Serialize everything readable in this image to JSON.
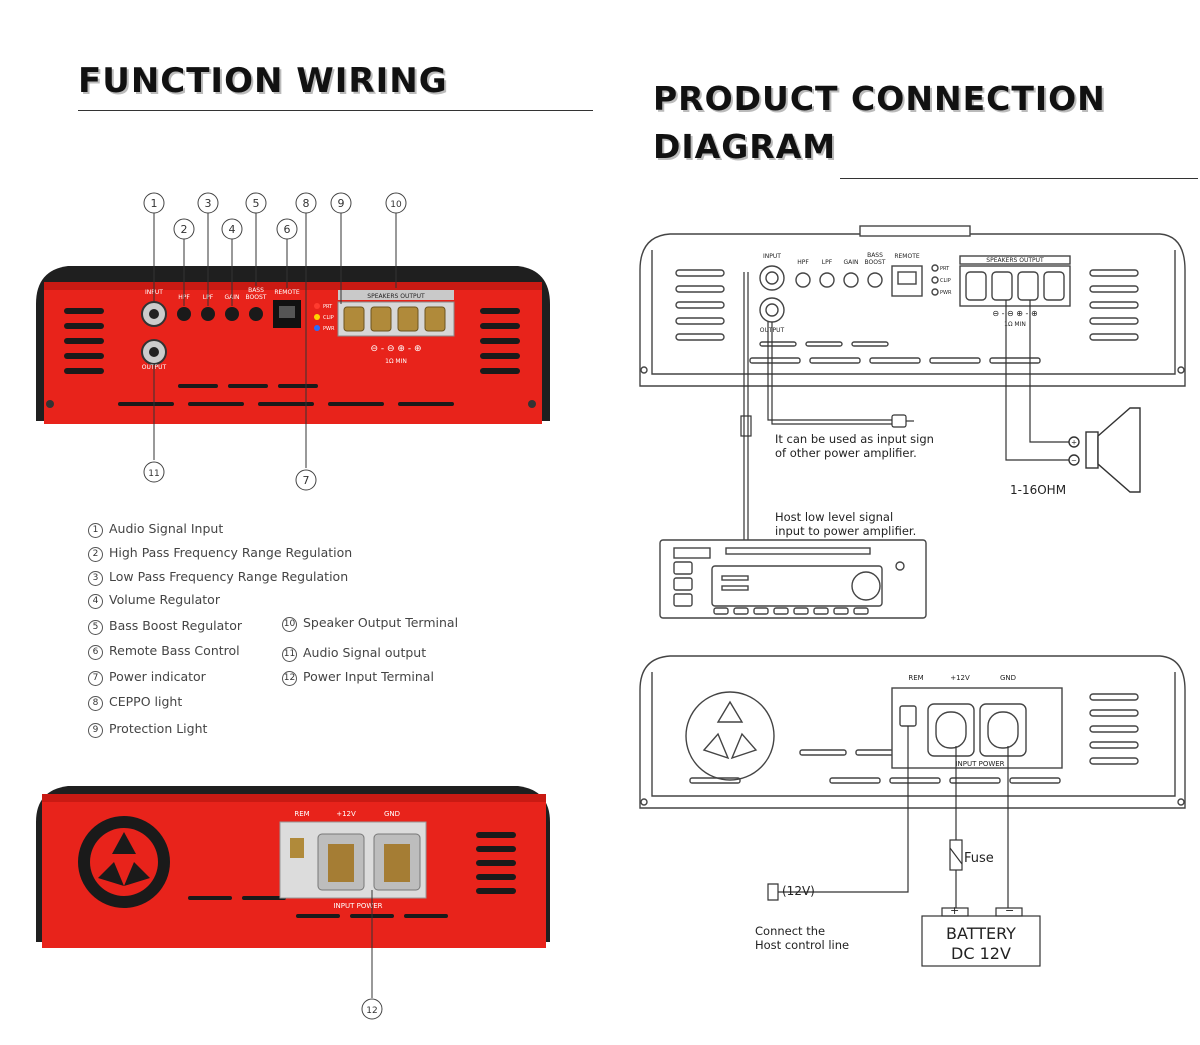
{
  "left": {
    "title": "FUNCTION WIRING",
    "legend": [
      {
        "num": "1",
        "text": "Audio Signal Input"
      },
      {
        "num": "2",
        "text": "High Pass Frequency Range Regulation"
      },
      {
        "num": "3",
        "text": "Low Pass Frequency Range Regulation"
      },
      {
        "num": "4",
        "text": "Volume Regulator"
      },
      {
        "num": "5",
        "text": "Bass Boost Regulator"
      },
      {
        "num": "6",
        "text": "Remote Bass Control"
      },
      {
        "num": "7",
        "text": "Power indicator"
      },
      {
        "num": "8",
        "text": "CEPPO light"
      },
      {
        "num": "9",
        "text": "Protection Light"
      },
      {
        "num": "10",
        "text": "Speaker Output Terminal"
      },
      {
        "num": "11",
        "text": "Audio Signal output"
      },
      {
        "num": "12",
        "text": "Power Input Terminal"
      }
    ],
    "callouts": [
      "1",
      "2",
      "3",
      "4",
      "5",
      "6",
      "7",
      "8",
      "9",
      "10",
      "11",
      "12"
    ],
    "panel_labels": {
      "input": "INPUT",
      "hpf": "HPF",
      "lpf": "LPF",
      "gain": "GAIN",
      "bass": "BASS",
      "boost": "BOOST",
      "remote": "REMOTE",
      "speakers": "SPEAKERS OUTPUT",
      "output": "OUTPUT",
      "prt": "PRT",
      "clip": "CLIP",
      "pwr": "PWR",
      "min": "1Ω MIN",
      "rem": "REM",
      "plus12": "+12V",
      "gnd": "GND",
      "input_power": "INPUT POWER"
    },
    "colors": {
      "amp_body": "#e8231b",
      "amp_dark": "#1e1e1e"
    }
  },
  "right": {
    "title_line1": "PRODUCT CONNECTION",
    "title_line2": "DIAGRAM",
    "notes": {
      "input_sign_1": "It can be used as input sign",
      "input_sign_2": "of other power amplifier.",
      "host_low_1": "Host low level signal",
      "host_low_2": "input to power amplifier.",
      "ohm": "1-16OHM",
      "v12": "(12V)",
      "connect_1": "Connect the",
      "connect_2": "Host control line",
      "fuse": "Fuse",
      "battery_1": "BATTERY",
      "battery_2": "DC 12V",
      "plus": "+",
      "minus": "−"
    },
    "panel_labels": {
      "input": "INPUT",
      "hpf": "HPF",
      "lpf": "LPF",
      "gain": "GAIN",
      "bass": "BASS",
      "boost": "BOOST",
      "remote": "REMOTE",
      "speakers": "SPEAKERS OUTPUT",
      "output": "OUTPUT",
      "prt": "PRT",
      "clip": "CLIP",
      "pwr": "PWR",
      "min": "1Ω MIN",
      "rem": "REM",
      "plus12": "+12V",
      "gnd": "GND",
      "input_power": "INPUT  POWER"
    }
  }
}
